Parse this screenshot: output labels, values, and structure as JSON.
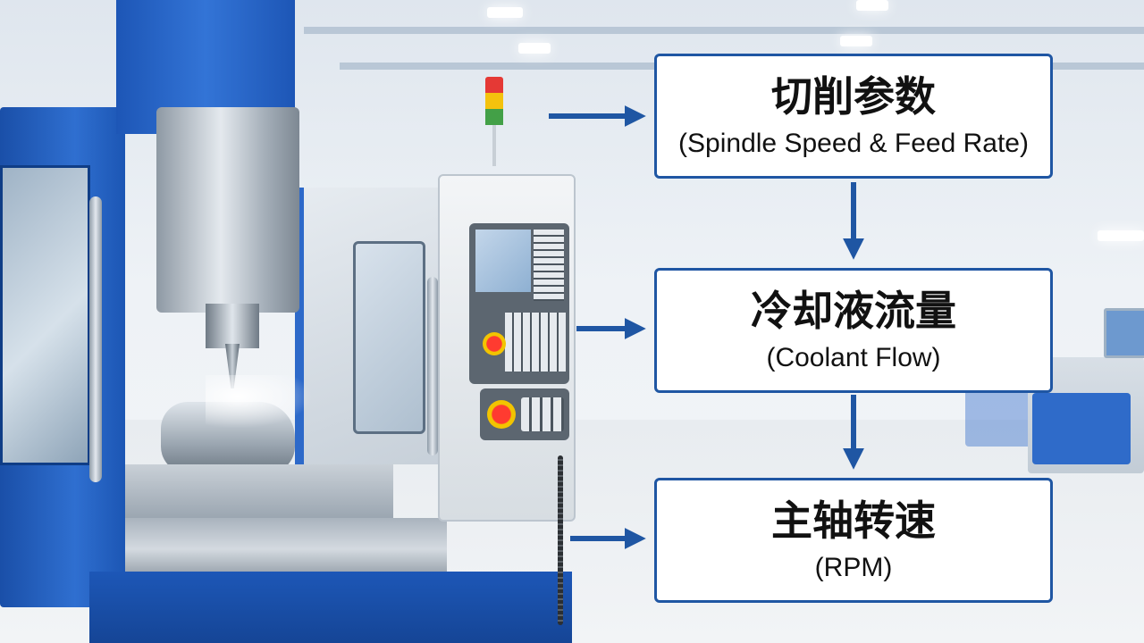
{
  "flow_steps": [
    {
      "title": "切削参数",
      "subtitle": "(Spindle Speed & Feed Rate)"
    },
    {
      "title": "冷却液流量",
      "subtitle": "(Coolant Flow)"
    },
    {
      "title": "主轴转速",
      "subtitle": "(RPM)"
    }
  ],
  "colors": {
    "box_border": "#1f56a3",
    "arrow": "#1f56a3",
    "machine_blue": "#2f6fd0",
    "box_fill": "#ffffff"
  },
  "scene": {
    "subject": "cnc-milling-machine",
    "icons": [
      "stack-light-icon",
      "emergency-stop-icon",
      "control-screen-icon"
    ]
  }
}
